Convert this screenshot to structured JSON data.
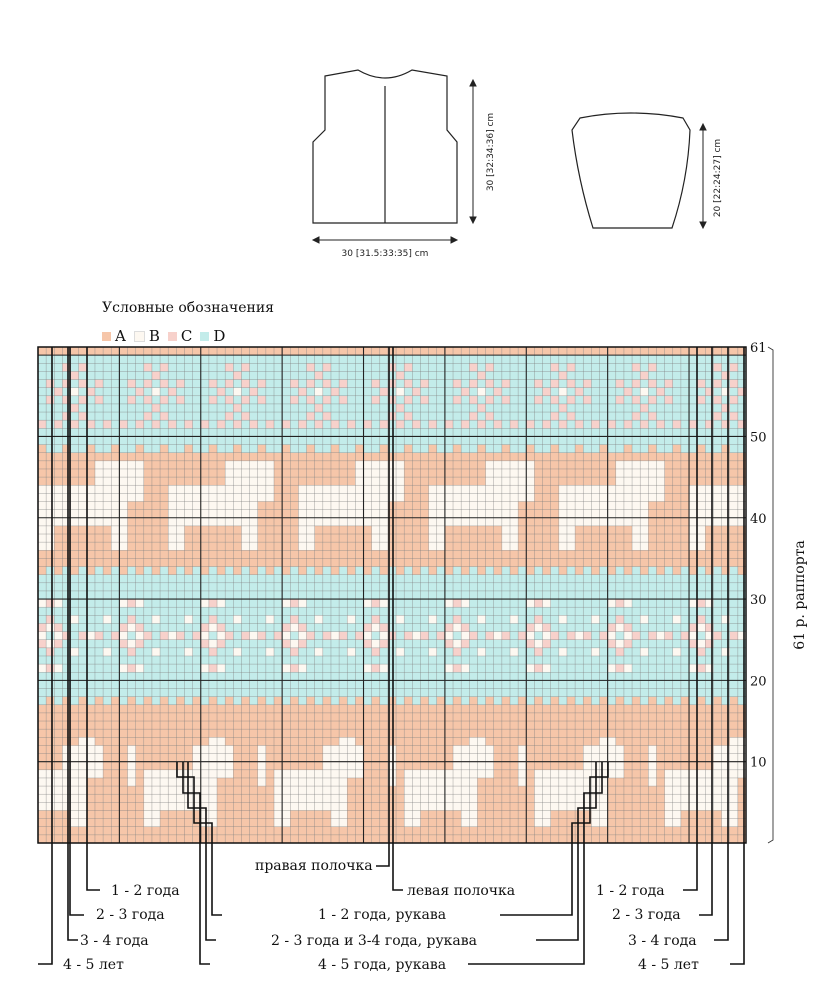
{
  "schematic": {
    "vest_height": "30 [32:34:36] cm",
    "vest_width": "30 [31.5:33:35] cm",
    "sleeve_height": "20 [22:24:27] cm"
  },
  "legend": {
    "title": "Условные обозначения",
    "items": [
      {
        "key": "A",
        "color": "#f6c6a9"
      },
      {
        "key": "B",
        "color": "#fdf8f1"
      },
      {
        "key": "C",
        "color": "#f7d1cb"
      },
      {
        "key": "D",
        "color": "#c3ecea"
      }
    ]
  },
  "chart": {
    "rows": 61,
    "cols": 87,
    "row_labels": [
      "10",
      "20",
      "30",
      "40",
      "50",
      "61"
    ],
    "repeat_label": "61 р. раппорта"
  },
  "size_labels": {
    "front_right": "правая полочка",
    "front_left": "левая полочка",
    "left_1_2": "1 - 2 года",
    "left_2_3": "2 - 3 года",
    "left_3_4": "3 - 4 года",
    "left_4_5": "4 - 5 лет",
    "right_1_2": "1 - 2 года",
    "right_2_3": "2 - 3 года",
    "right_3_4": "3 - 4 года",
    "right_4_5": "4 - 5 лет",
    "sleeve_1_2": "1 - 2 года, рукава",
    "sleeve_2_3": "2 - 3 года и 3-4 года, рукава",
    "sleeve_4_5": "4 - 5 года, рукава"
  }
}
